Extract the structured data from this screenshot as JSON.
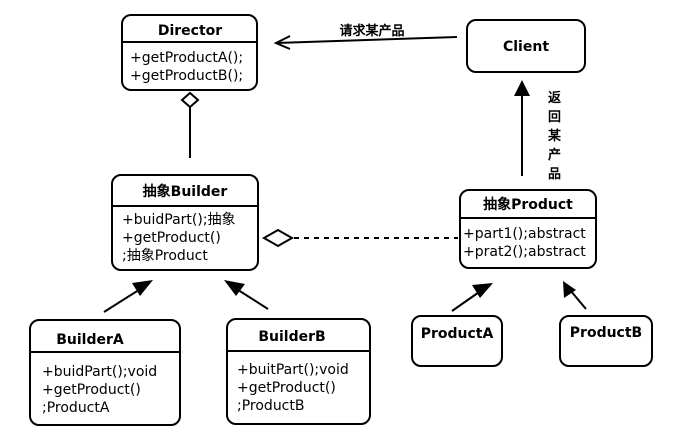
{
  "director": {
    "title": "Director",
    "members": [
      "+getProductA();",
      "+getProductB();"
    ]
  },
  "client": {
    "title": "Client"
  },
  "abstract_builder": {
    "title": "抽象Builder",
    "members": [
      "+buidPart();抽象",
      "+getProduct()",
      ";抽象Product"
    ]
  },
  "abstract_product": {
    "title": "抽象Product",
    "members": [
      "+part1();abstract",
      "+prat2();abstract"
    ]
  },
  "builder_a": {
    "title": "BuilderA",
    "members": [
      "+buidPart();void",
      "+getProduct()",
      ";ProductA"
    ]
  },
  "builder_b": {
    "title": "BuilderB",
    "members": [
      "+buitPart();void",
      "+getProduct()",
      ";ProductB"
    ]
  },
  "product_a": {
    "title": "ProductA"
  },
  "product_b": {
    "title": "ProductB"
  },
  "edges": {
    "request_label": "请求某产品",
    "return_label": [
      "返",
      "回",
      "某",
      "产",
      "品"
    ]
  }
}
